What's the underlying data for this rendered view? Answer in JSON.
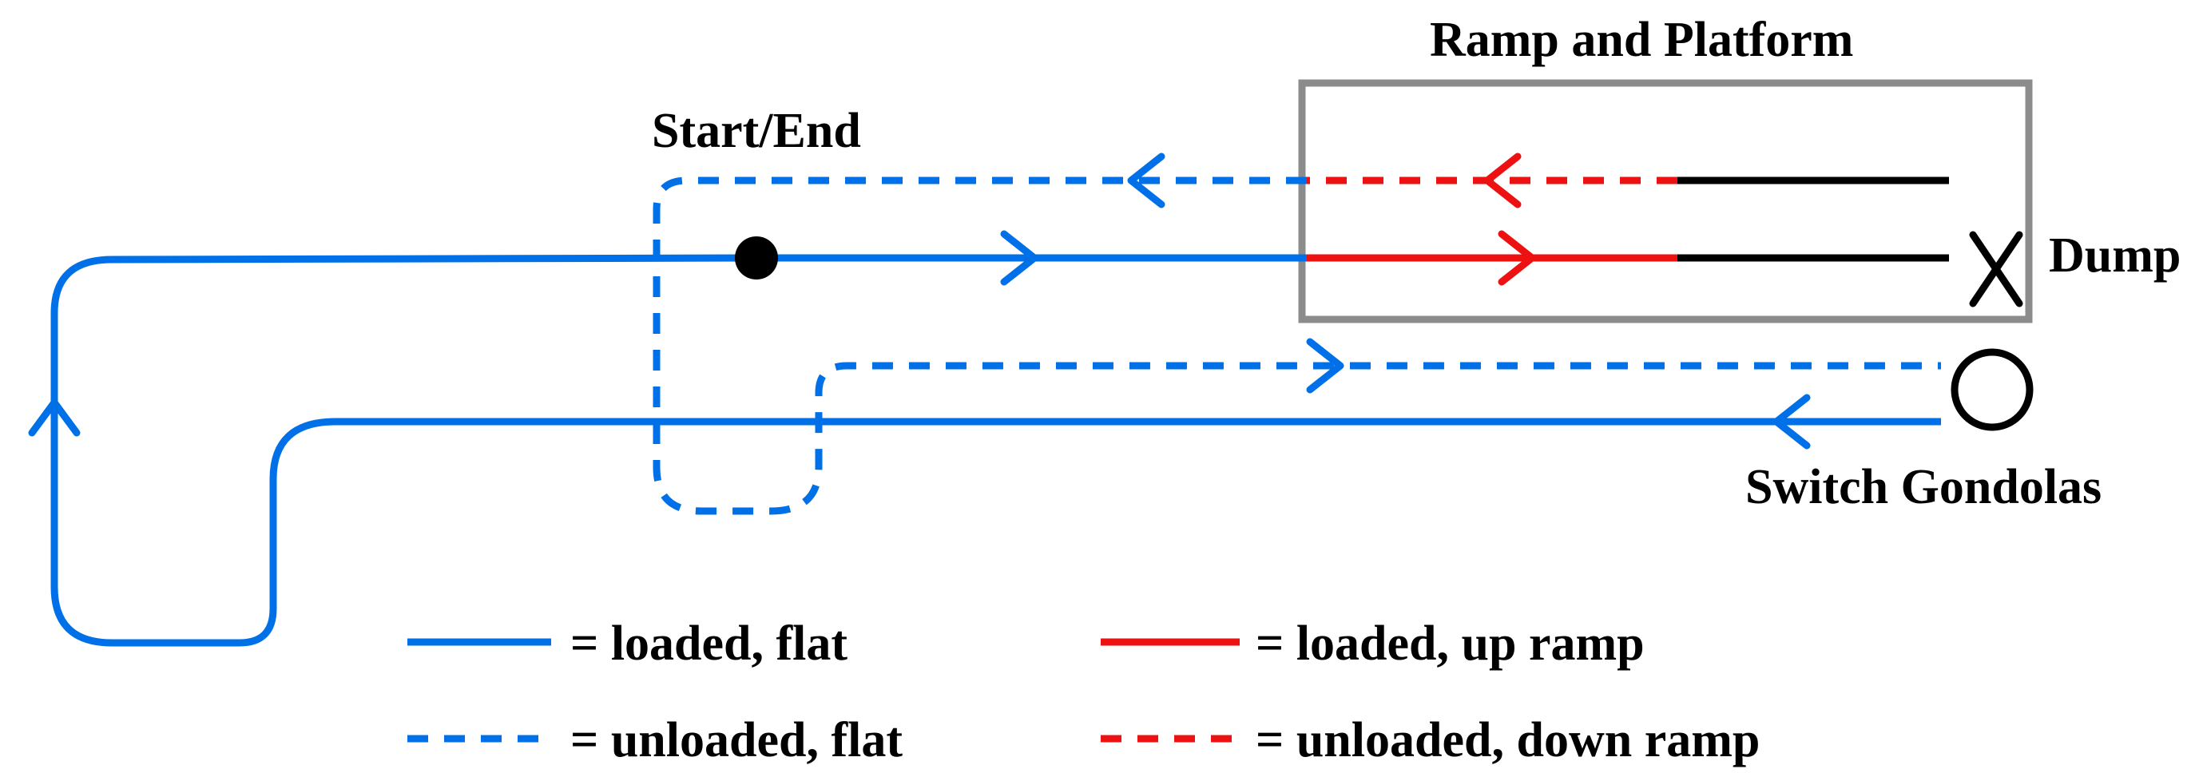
{
  "labels": {
    "title": "Ramp and Platform",
    "start_end": "Start/End",
    "dump": "Dump",
    "switch_gondolas": "Switch Gondolas"
  },
  "legend": [
    {
      "style": "solid",
      "color": "#0070e8",
      "text": "= loaded, flat"
    },
    {
      "style": "solid",
      "color": "#ee1111",
      "text": "= loaded, up ramp"
    },
    {
      "style": "dashed",
      "color": "#0070e8",
      "text": "= unloaded, flat"
    },
    {
      "style": "dashed",
      "color": "#ee1111",
      "text": "= unloaded, down ramp"
    }
  ],
  "colors": {
    "blue": "#0070e8",
    "red": "#ee1111",
    "black": "#000000",
    "box_border": "#8c8c8c"
  }
}
